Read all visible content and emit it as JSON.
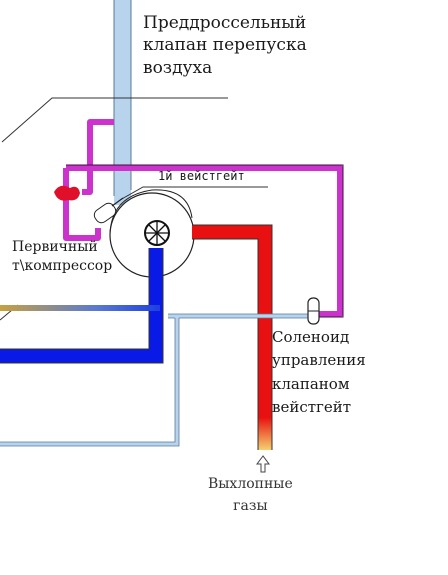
{
  "labels": {
    "bypass_valve": "Преддроссельный\nклапан перепуска\nвоздуха",
    "wastegate": "1й вейстгейт",
    "primary_turbo": "Первичный\nт\\компрессор",
    "solenoid": "Соленоид\nуправления\nклапаном\nвейстгейт",
    "exhaust": "Выхлопные\nгазы"
  },
  "colors": {
    "intake_pipe": "#b8d4ec",
    "boost_line": "#cc33cc",
    "cold_pipe": "#0a1ae6",
    "hot_pipe": "#e81010",
    "turbo_body": "#ffffff",
    "outline": "#222222",
    "valve_marker": "#e0102a"
  }
}
